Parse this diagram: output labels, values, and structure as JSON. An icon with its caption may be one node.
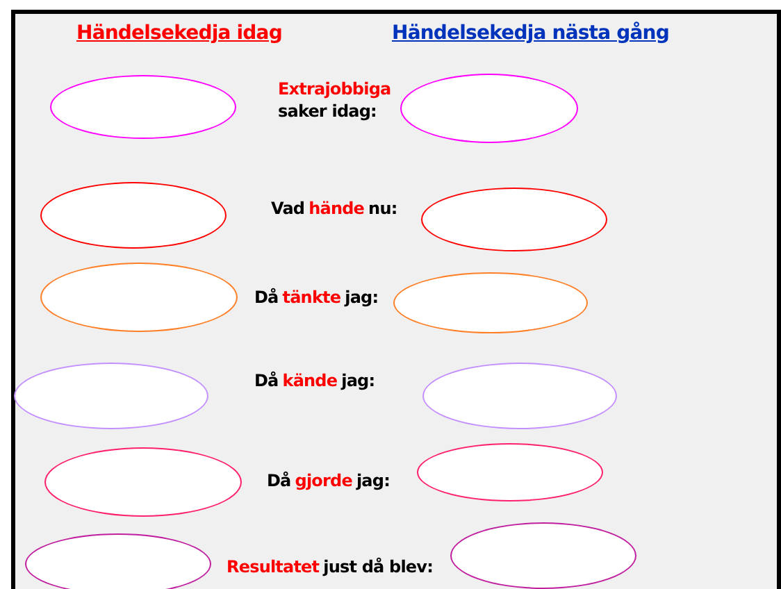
{
  "diagram": {
    "nodes": [
      {
        "text": [],
        "shape": "ellipse"
      },
      {
        "text": [],
        "shape": "ellipse"
      },
      {
        "text": [],
        "shape": "ellipse"
      },
      {
        "text": [],
        "shape": "ellipse"
      },
      {
        "text": [],
        "shape": "ellipse"
      },
      {
        "text": [],
        "shape": "ellipse"
      },
      {
        "text": [],
        "shape": "ellipse"
      },
      {
        "text": [],
        "shape": "ellipse"
      },
      {
        "text": [],
        "shape": "ellipse"
      },
      {
        "text": [],
        "shape": "ellipse"
      },
      {
        "text": [],
        "shape": "ellipse"
      },
      {
        "text": [],
        "shape": "ellipse"
      }
    ],
    "labels": [
      "Händelsekedja idag",
      "Händelsekedja nästa gång",
      "Extrajobbiga",
      "saker idag:",
      "Vad",
      "hände",
      "nu:",
      "Då",
      "tänkte",
      "jag:",
      "Då",
      "kände",
      "jag:",
      "Då",
      "gjorde",
      "jag:",
      "Resultatet",
      "just då blev:"
    ]
  }
}
